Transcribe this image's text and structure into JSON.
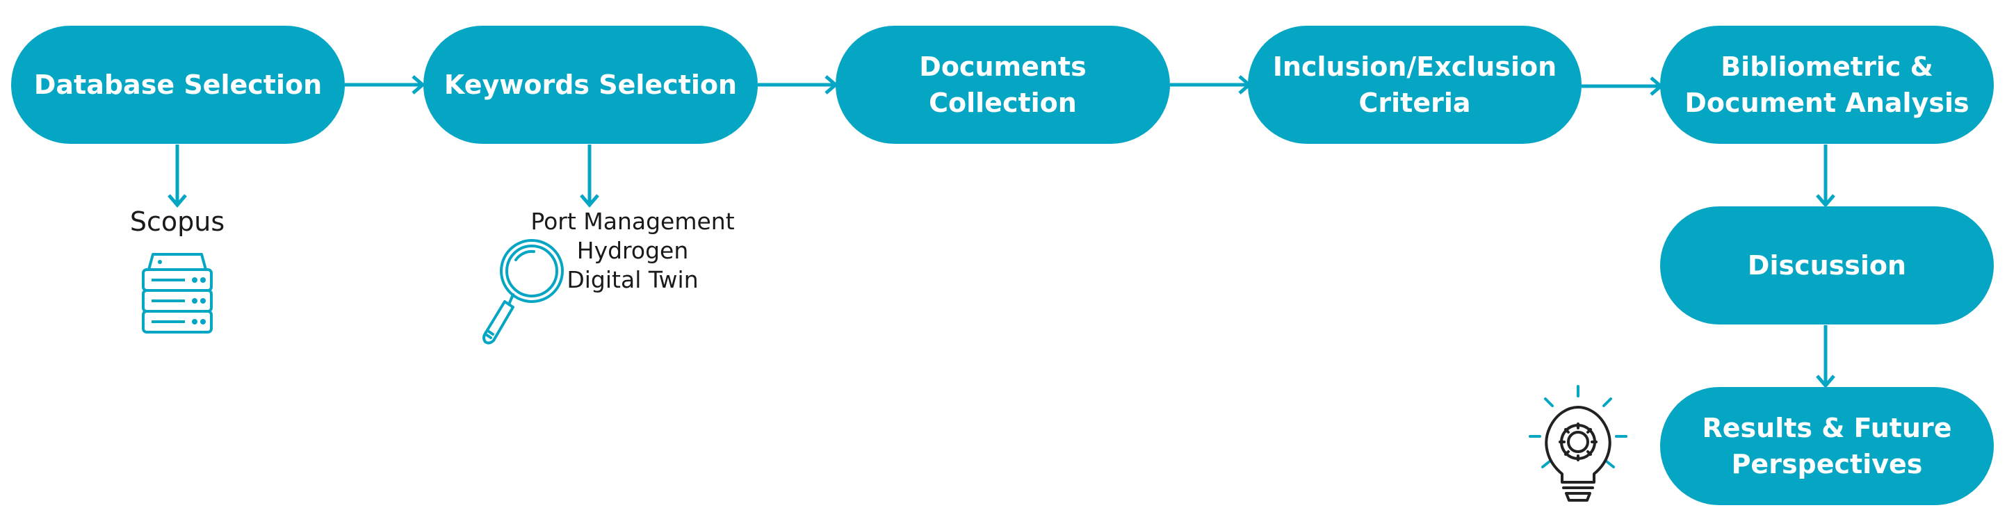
{
  "nodes": {
    "database_selection": {
      "lines": [
        "Database Selection"
      ]
    },
    "keywords_selection": {
      "lines": [
        "Keywords Selection"
      ]
    },
    "documents_collection": {
      "lines": [
        "Documents",
        "Collection"
      ]
    },
    "inclusion_exclusion": {
      "lines": [
        "Inclusion/Exclusion",
        "Criteria"
      ]
    },
    "bibliometric_analysis": {
      "lines": [
        "Bibliometric &",
        "Document Analysis"
      ]
    },
    "discussion": {
      "lines": [
        "Discussion"
      ]
    },
    "results": {
      "lines": [
        "Results & Future",
        "Perspectives"
      ]
    }
  },
  "notes": {
    "database": "Scopus",
    "keywords": [
      "Port Management",
      "Hydrogen",
      "Digital Twin"
    ]
  },
  "icons": {
    "database": "server-icon",
    "keywords": "magnifier-icon",
    "results": "lightbulb-gear-icon"
  },
  "colors": {
    "node_fill": "#05a5c4",
    "node_text": "#ffffff",
    "connector": "#05a5c4",
    "icon_dark": "#222222"
  }
}
